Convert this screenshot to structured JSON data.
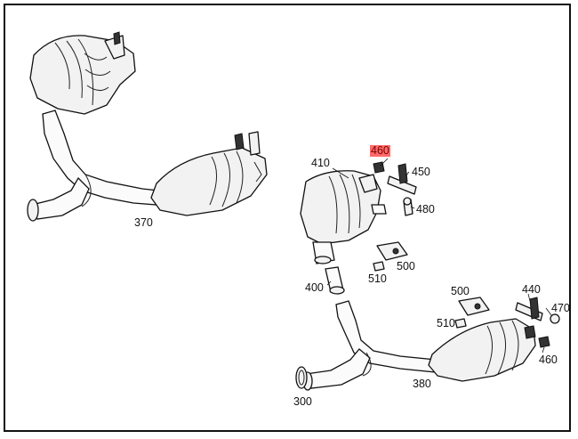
{
  "callouts": {
    "c370": "370",
    "c410": "410",
    "c460_top": "460",
    "c450": "450",
    "c480": "480",
    "c500_top": "500",
    "c510_top": "510",
    "c400": "400",
    "c500_bottom": "500",
    "c440": "440",
    "c470": "470",
    "c510_bottom": "510",
    "c460_bottom": "460",
    "c380": "380",
    "c300": "300"
  },
  "colors": {
    "highlight": "#ff6a6a",
    "line": "#111111"
  }
}
